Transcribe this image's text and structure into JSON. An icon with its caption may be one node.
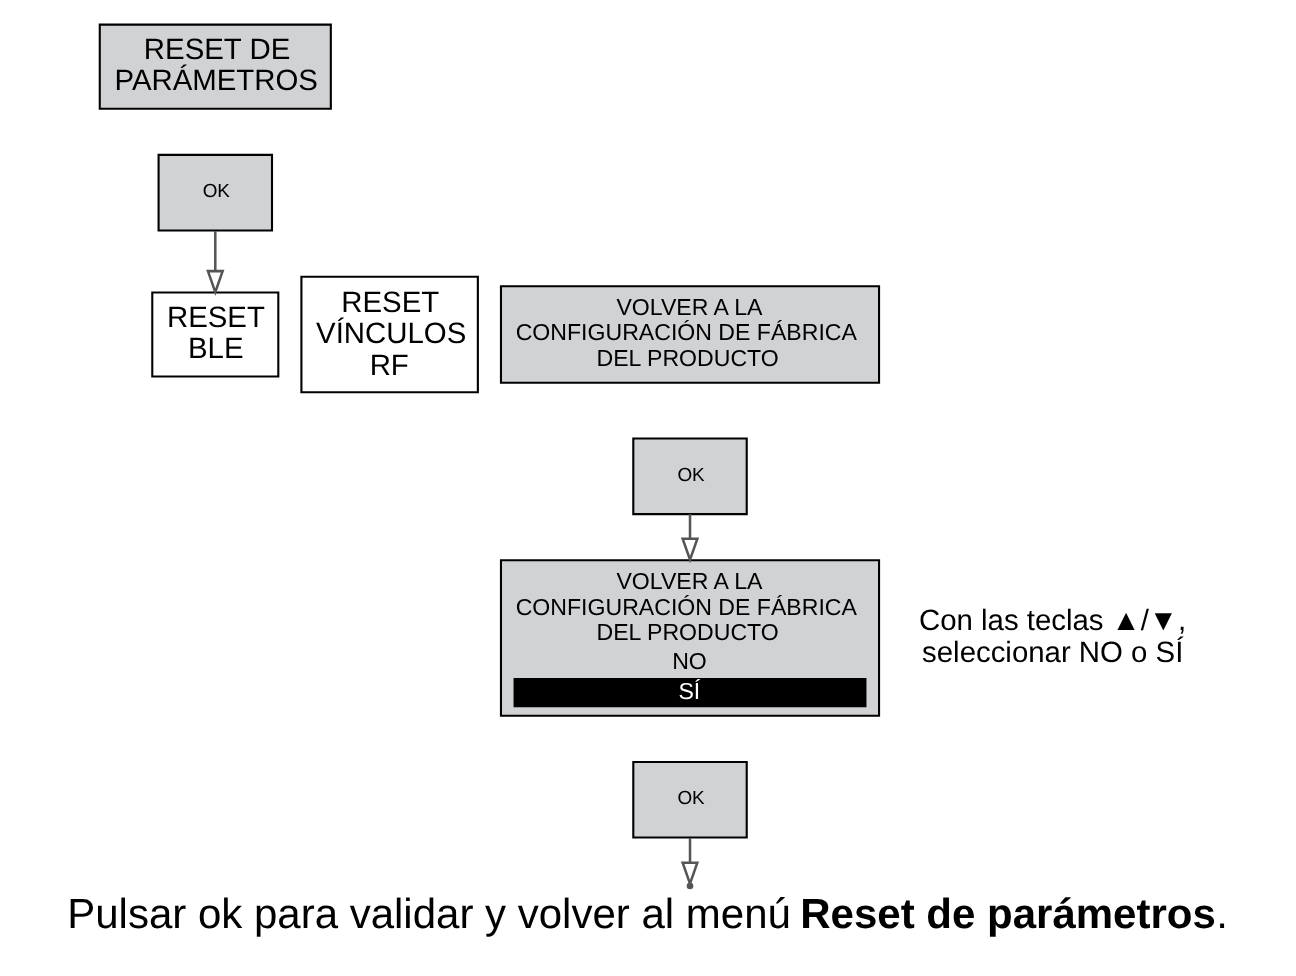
{
  "diagram": {
    "caption": "Pulsar ok para validar y volver al menú **Reset de parámetros**.",
    "nodes": [
      {
        "text": [
          "RESET DE PARÁMETROS"
        ]
      },
      {
        "text": [
          "OK"
        ]
      },
      {
        "text": [
          "RESET BLE"
        ]
      },
      {
        "text": [
          "RESET VÍNCULOS RF"
        ]
      },
      {
        "text": [
          "VOLVER A LA CONFIGURACIÓN DE FÁBRICA DEL PRODUCTO"
        ]
      },
      {
        "text": [
          "OK"
        ]
      },
      {
        "text": [
          "VOLVER A LA CONFIGURACIÓN DE FÁBRICA DEL PRODUCTO",
          "NO",
          "SÍ"
        ],
        "beside": [
          "Con las teclas ▲/▼, seleccionar NO o SÍ"
        ]
      },
      {
        "text": [
          "OK"
        ]
      }
    ],
    "edges": [
      {
        "from": 1,
        "to": 2,
        "arrow": "to"
      },
      {
        "from": 5,
        "to": 6,
        "arrow": "to"
      },
      {
        "from": 7,
        "to": null,
        "arrow": "to"
      }
    ]
  }
}
